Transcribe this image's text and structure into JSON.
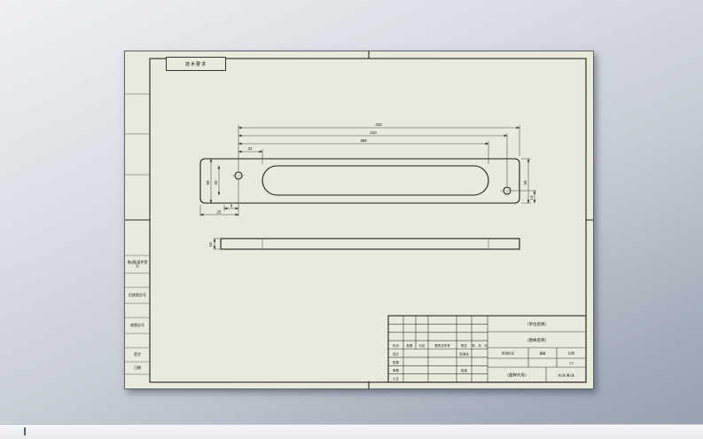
{
  "sheet": {
    "annotation_label": "技术要求"
  },
  "left_strip": {
    "rows": [
      {
        "label": "借(通)用件登记"
      },
      {
        "label": ""
      },
      {
        "label": "旧底图总号"
      },
      {
        "label": ""
      },
      {
        "label": "底图总号"
      },
      {
        "label": ""
      },
      {
        "label": "签字"
      },
      {
        "label": "日期"
      },
      {
        "label": ""
      }
    ]
  },
  "title_block": {
    "revision_headers": [
      "标记",
      "处数",
      "分区",
      "更改文件号",
      "签名",
      "年、月、日"
    ],
    "approval_rows": [
      "设计",
      "校核",
      "审核",
      "工艺"
    ],
    "right_approval_rows": [
      "标准化",
      "",
      "批准",
      ""
    ],
    "company": "（单位名称）",
    "part_name": "（图样名称）",
    "stage_label": "阶段标记",
    "weight_label": "重量",
    "scale_label": "比例",
    "scale_value": "1:2",
    "drawing_no": "（图样代号）",
    "sheet_info": "共1张 第1张"
  },
  "dimensions": {
    "top1": "420",
    "top2": "410",
    "top3": "386",
    "top4": "32",
    "left_height": "50",
    "left_slot": "33",
    "right_height": "50",
    "right_offset": "14",
    "bottom_offset": "8",
    "bottom_edge": "25",
    "side_thickness": "10"
  }
}
